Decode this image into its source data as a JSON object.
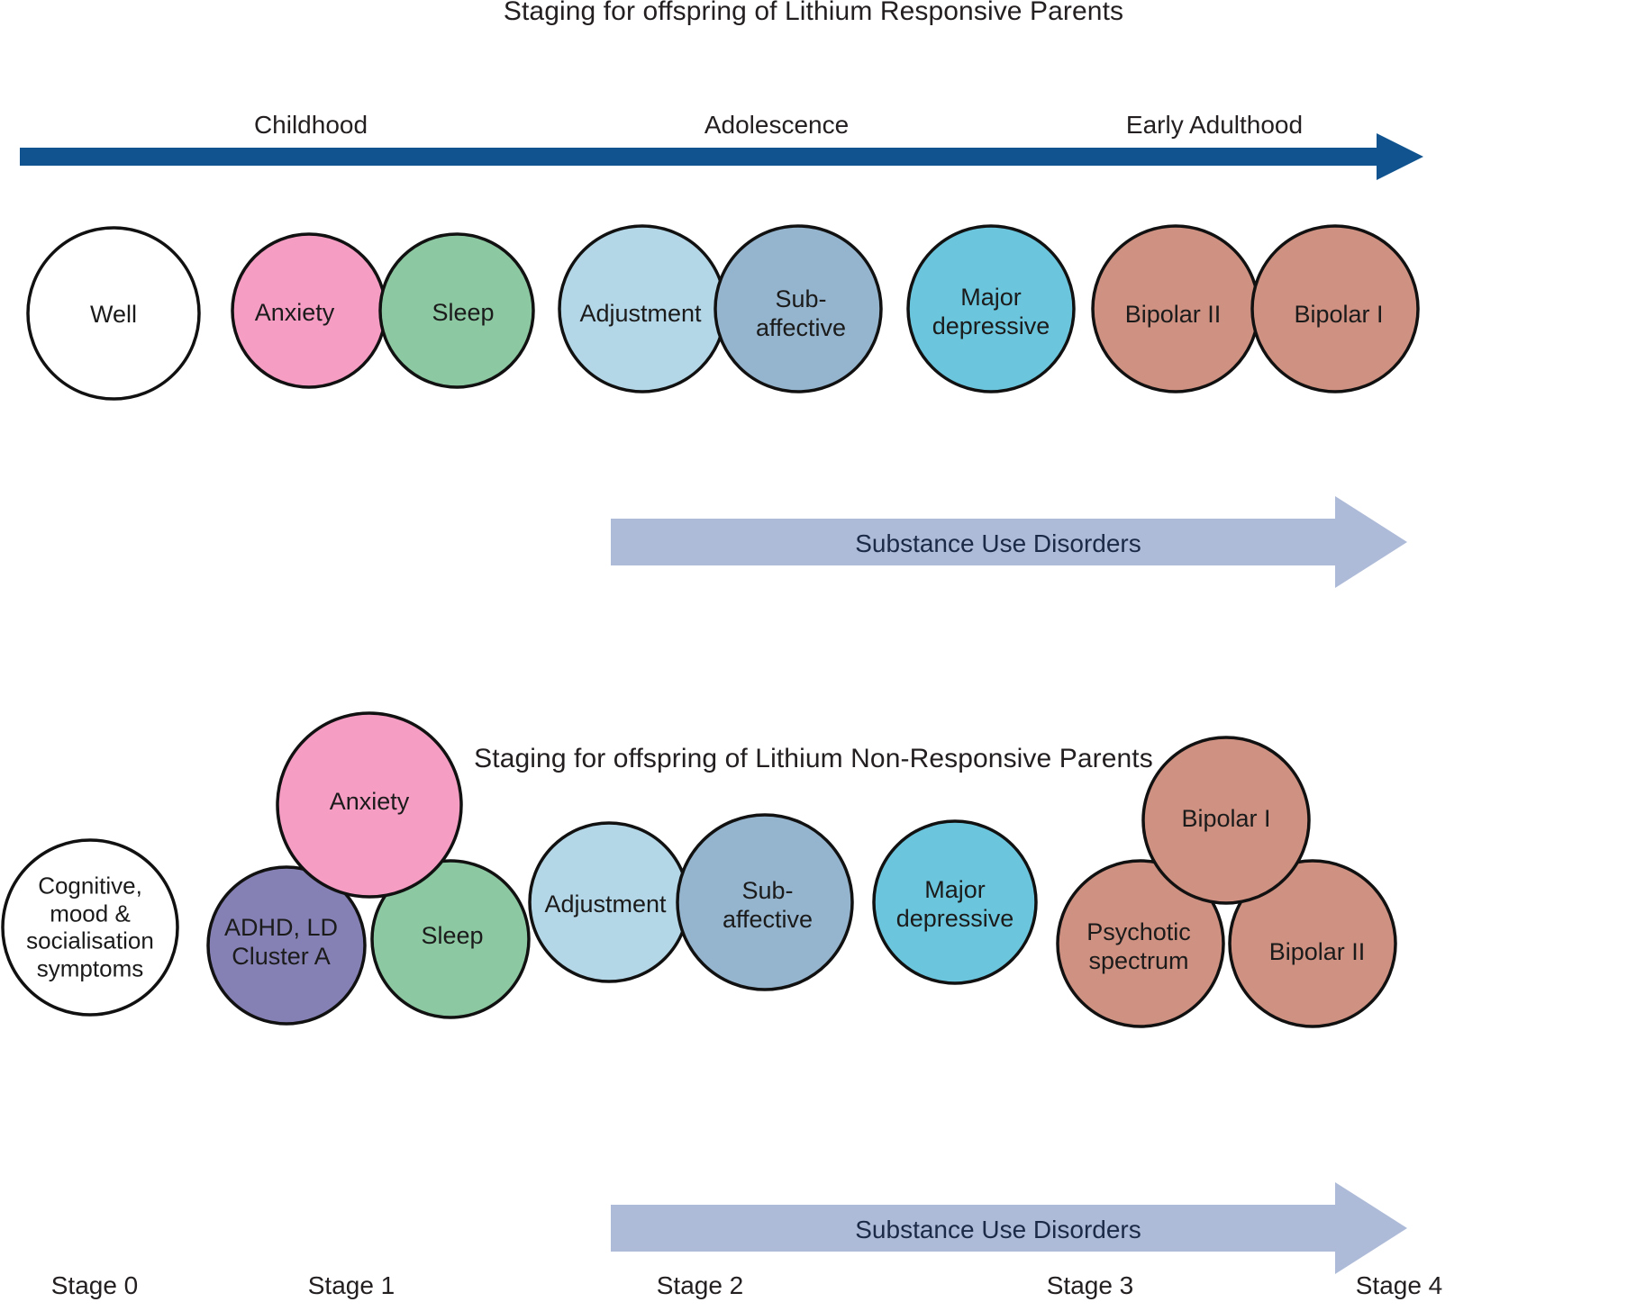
{
  "panels": [
    {
      "id": "responsive",
      "title": "Staging for offspring of Lithium Responsive Parents",
      "eras": [
        "Childhood",
        "Adolescence",
        "Early Adulthood"
      ],
      "timeline_arrow_color": "#10538f",
      "sud_label": "Substance Use Disorders",
      "sud_arrow_color": "#aebbd8",
      "nodes": [
        {
          "label": "Well",
          "color": "#ffffff"
        },
        {
          "label": "Anxiety",
          "color": "#f69dc4"
        },
        {
          "label": "Sleep",
          "color": "#8cc9a2"
        },
        {
          "label": "Adjustment",
          "color": "#b4d7e7"
        },
        {
          "label": "Sub-\naffective",
          "color": "#95b5ce"
        },
        {
          "label": "Major\ndepressive",
          "color": "#6bc6dd"
        },
        {
          "label": "Bipolar II",
          "color": "#cf9181"
        },
        {
          "label": "Bipolar I",
          "color": "#cf9181"
        }
      ]
    },
    {
      "id": "non-responsive",
      "title": "Staging for offspring of Lithium Non-Responsive Parents",
      "sud_label": "Substance Use Disorders",
      "sud_arrow_color": "#aebbd8",
      "stages": [
        "Stage 0",
        "Stage 1",
        "Stage 2",
        "Stage 3",
        "Stage 4"
      ],
      "nodes": [
        {
          "label": "Cognitive,\nmood &\nsocialisation\nsymptoms",
          "color": "#ffffff"
        },
        {
          "label": "Anxiety",
          "color": "#f69dc4"
        },
        {
          "label": "ADHD, LD\nCluster A",
          "color": "#8581b4"
        },
        {
          "label": "Sleep",
          "color": "#8cc9a2"
        },
        {
          "label": "Adjustment",
          "color": "#b4d7e7"
        },
        {
          "label": "Sub-\naffective",
          "color": "#95b5ce"
        },
        {
          "label": "Major\ndepressive",
          "color": "#6bc6dd"
        },
        {
          "label": "Bipolar I",
          "color": "#cf9181"
        },
        {
          "label": "Psychotic\nspectrum",
          "color": "#cf9181"
        },
        {
          "label": "Bipolar II",
          "color": "#cf9181"
        }
      ]
    }
  ]
}
